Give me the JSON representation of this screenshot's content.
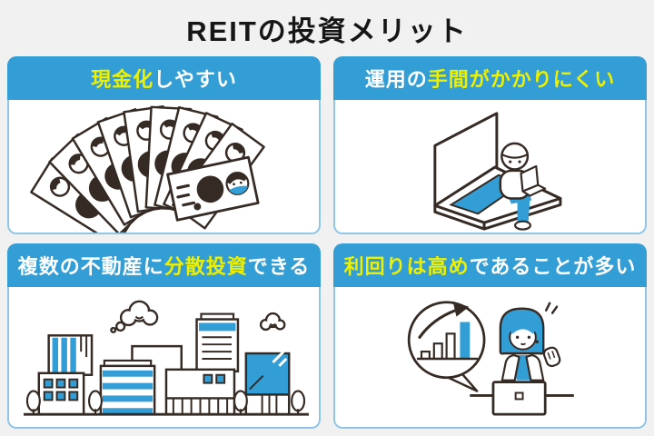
{
  "title": "REITの投資メリット",
  "theme": {
    "background": "#F1F1F2",
    "header_blue": "#339DD5",
    "card_border_blue": "#8FC6E8",
    "highlight_yellow": "#EEF000",
    "header_text_white": "#FFFFFF",
    "illustration_line": "#362A24",
    "illustration_blue": "#339DD5",
    "title_color": "#161616"
  },
  "panels": [
    {
      "id": "easy-to-cash",
      "illustration": "banknotes-fan",
      "segments": [
        {
          "text": "現金化",
          "highlight": true
        },
        {
          "text": "しやすい",
          "highlight": false
        }
      ]
    },
    {
      "id": "low-management-effort",
      "illustration": "person-sitting-on-giant-laptop",
      "segments": [
        {
          "text": "運用の",
          "highlight": false
        },
        {
          "text": "手間がかかりにくい",
          "highlight": true
        }
      ]
    },
    {
      "id": "diversified-investment",
      "illustration": "city-buildings",
      "segments": [
        {
          "text": "複数の不動産に",
          "highlight": false
        },
        {
          "text": "分散投資",
          "highlight": true
        },
        {
          "text": "できる",
          "highlight": false
        }
      ]
    },
    {
      "id": "high-yield",
      "illustration": "woman-with-rising-chart",
      "segments": [
        {
          "text": "利回りは高め",
          "highlight": true
        },
        {
          "text": "であることが多い",
          "highlight": false
        }
      ]
    }
  ]
}
